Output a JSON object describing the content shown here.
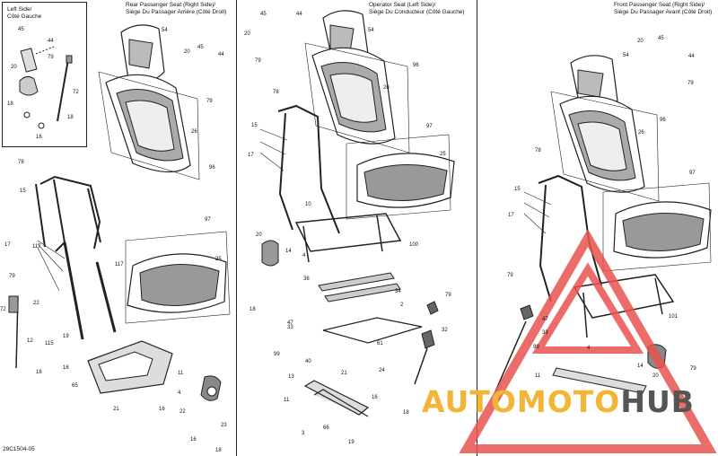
{
  "panels": {
    "inset": {
      "title_line1": "Left Side/",
      "title_line2": "Côté Gauche"
    },
    "rear": {
      "title_line1": "Rear Passenger Seat (Right Side)/",
      "title_line2": "Siège Du Passager Arrière (Côté Droit)"
    },
    "operator": {
      "title_line1": "Operator Seat (Left Side)/",
      "title_line2": "Siège Du Conducteur (Côté Gauche)"
    },
    "front": {
      "title_line1": "Front Passenger Seat (Right Side)/",
      "title_line2": "Siège Du Passager Avant (Côté Droit)"
    }
  },
  "diagram_code": "29C1504-05",
  "watermark": {
    "part1": "AUTOMOTO",
    "part2": "HUB",
    "color": "#f2b535",
    "dark": "#555555",
    "triangle_color": "#e8534f"
  },
  "callouts": {
    "inset": [
      "45",
      "44",
      "20",
      "79",
      "72",
      "18",
      "16",
      "18"
    ],
    "rear": [
      "54",
      "45",
      "44",
      "20",
      "79",
      "26",
      "96",
      "78",
      "15",
      "17",
      "117",
      "117",
      "97",
      "25",
      "79",
      "72",
      "22",
      "12",
      "115",
      "19",
      "16",
      "16",
      "65",
      "11",
      "4",
      "21",
      "16",
      "22",
      "23",
      "16",
      "18"
    ],
    "operator": [
      "45",
      "44",
      "20",
      "79",
      "54",
      "96",
      "26",
      "78",
      "15",
      "17",
      "97",
      "25",
      "10",
      "20",
      "14",
      "100",
      "4",
      "38",
      "34",
      "18",
      "79",
      "2",
      "47",
      "99",
      "33",
      "32",
      "61",
      "40",
      "13",
      "21",
      "24",
      "11",
      "16",
      "66",
      "18",
      "3",
      "19"
    ],
    "front": [
      "54",
      "45",
      "20",
      "44",
      "79",
      "96",
      "26",
      "78",
      "97",
      "15",
      "17",
      "79",
      "101",
      "47",
      "99",
      "4",
      "33",
      "11",
      "14",
      "20",
      "79"
    ]
  }
}
